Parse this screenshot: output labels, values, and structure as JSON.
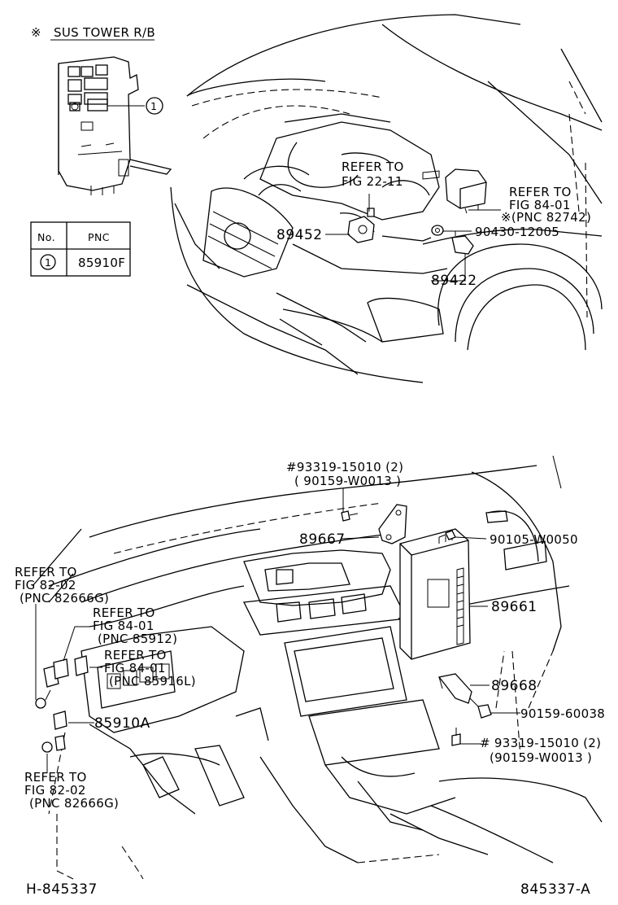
{
  "header": {
    "mark": "※",
    "title": "SUS TOWER R/B"
  },
  "pnc_table": {
    "col_no": "No.",
    "col_pnc": "PNC",
    "rows": [
      {
        "no": "1",
        "pnc": "85910F"
      }
    ]
  },
  "callout_1": "1",
  "engine_section": {
    "refer_fig_22_11": [
      "REFER TO",
      "FIG 22-11"
    ],
    "refer_fig_84_01": [
      "REFER TO",
      "FIG 84-01"
    ],
    "pnc_82742": "※(PNC 82742)",
    "part_89452": "89452",
    "part_90430": "90430-12005",
    "part_89422": "89422"
  },
  "dash_section": {
    "bolt_top": "#93319-15010 (2)",
    "bolt_top_alt": "( 90159-W0013 )",
    "part_89667": "89667",
    "part_90105": "90105-W0050",
    "part_89661": "89661",
    "part_89668": "89668",
    "part_90159_60038": "90159-60038",
    "bolt_bottom": "# 93319-15010 (2)",
    "bolt_bottom_alt": "(90159-W0013 )",
    "part_85910a": "85910A",
    "refer_82_02_top": [
      "REFER TO",
      "FIG 82-02",
      "(PNC 82666G)"
    ],
    "refer_84_01_a": [
      "REFER TO",
      "FIG 84-01",
      "(PNC 85912)"
    ],
    "refer_84_01_b": [
      "REFER TO",
      "FIG 84-01",
      "(PNC 85916L)"
    ],
    "refer_82_02_bottom": [
      "REFER TO",
      "FIG 82-02",
      "(PNC 82666G)"
    ]
  },
  "footer": {
    "left_code": "H-845337",
    "right_code": "845337-A"
  }
}
